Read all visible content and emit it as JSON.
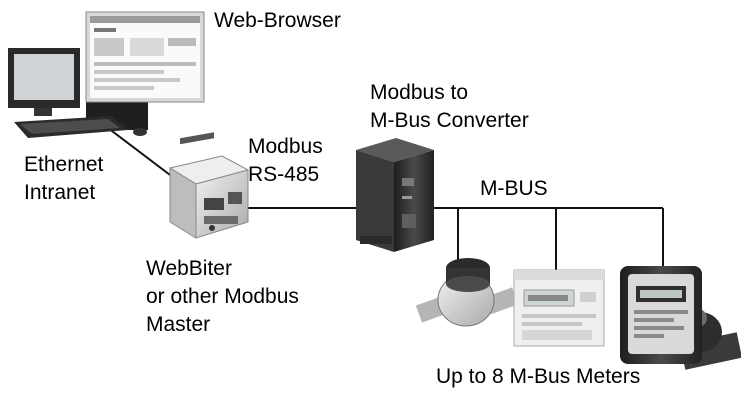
{
  "labels": {
    "web_browser": "Web-Browser",
    "ethernet": "Ethernet",
    "intranet": "Intranet",
    "modbus": "Modbus",
    "rs485": "RS-485",
    "converter_line1": "Modbus to",
    "converter_line2": "M-Bus Converter",
    "mbus": "M-BUS",
    "webbiter_line1": "WebBiter",
    "webbiter_line2": "or other Modbus",
    "webbiter_line3": "Master",
    "meters": "Up to 8 M-Bus Meters"
  },
  "devices": {
    "computer": "computer-icon",
    "webbiter": "webbiter-device-icon",
    "converter": "converter-device-icon",
    "meter1": "water-meter-icon",
    "meter2": "electricity-meter-icon",
    "meter3": "heat-meter-icon"
  },
  "colors": {
    "line": "#111111",
    "device_dark": "#2e2e2e",
    "device_light": "#d9d9d9"
  }
}
